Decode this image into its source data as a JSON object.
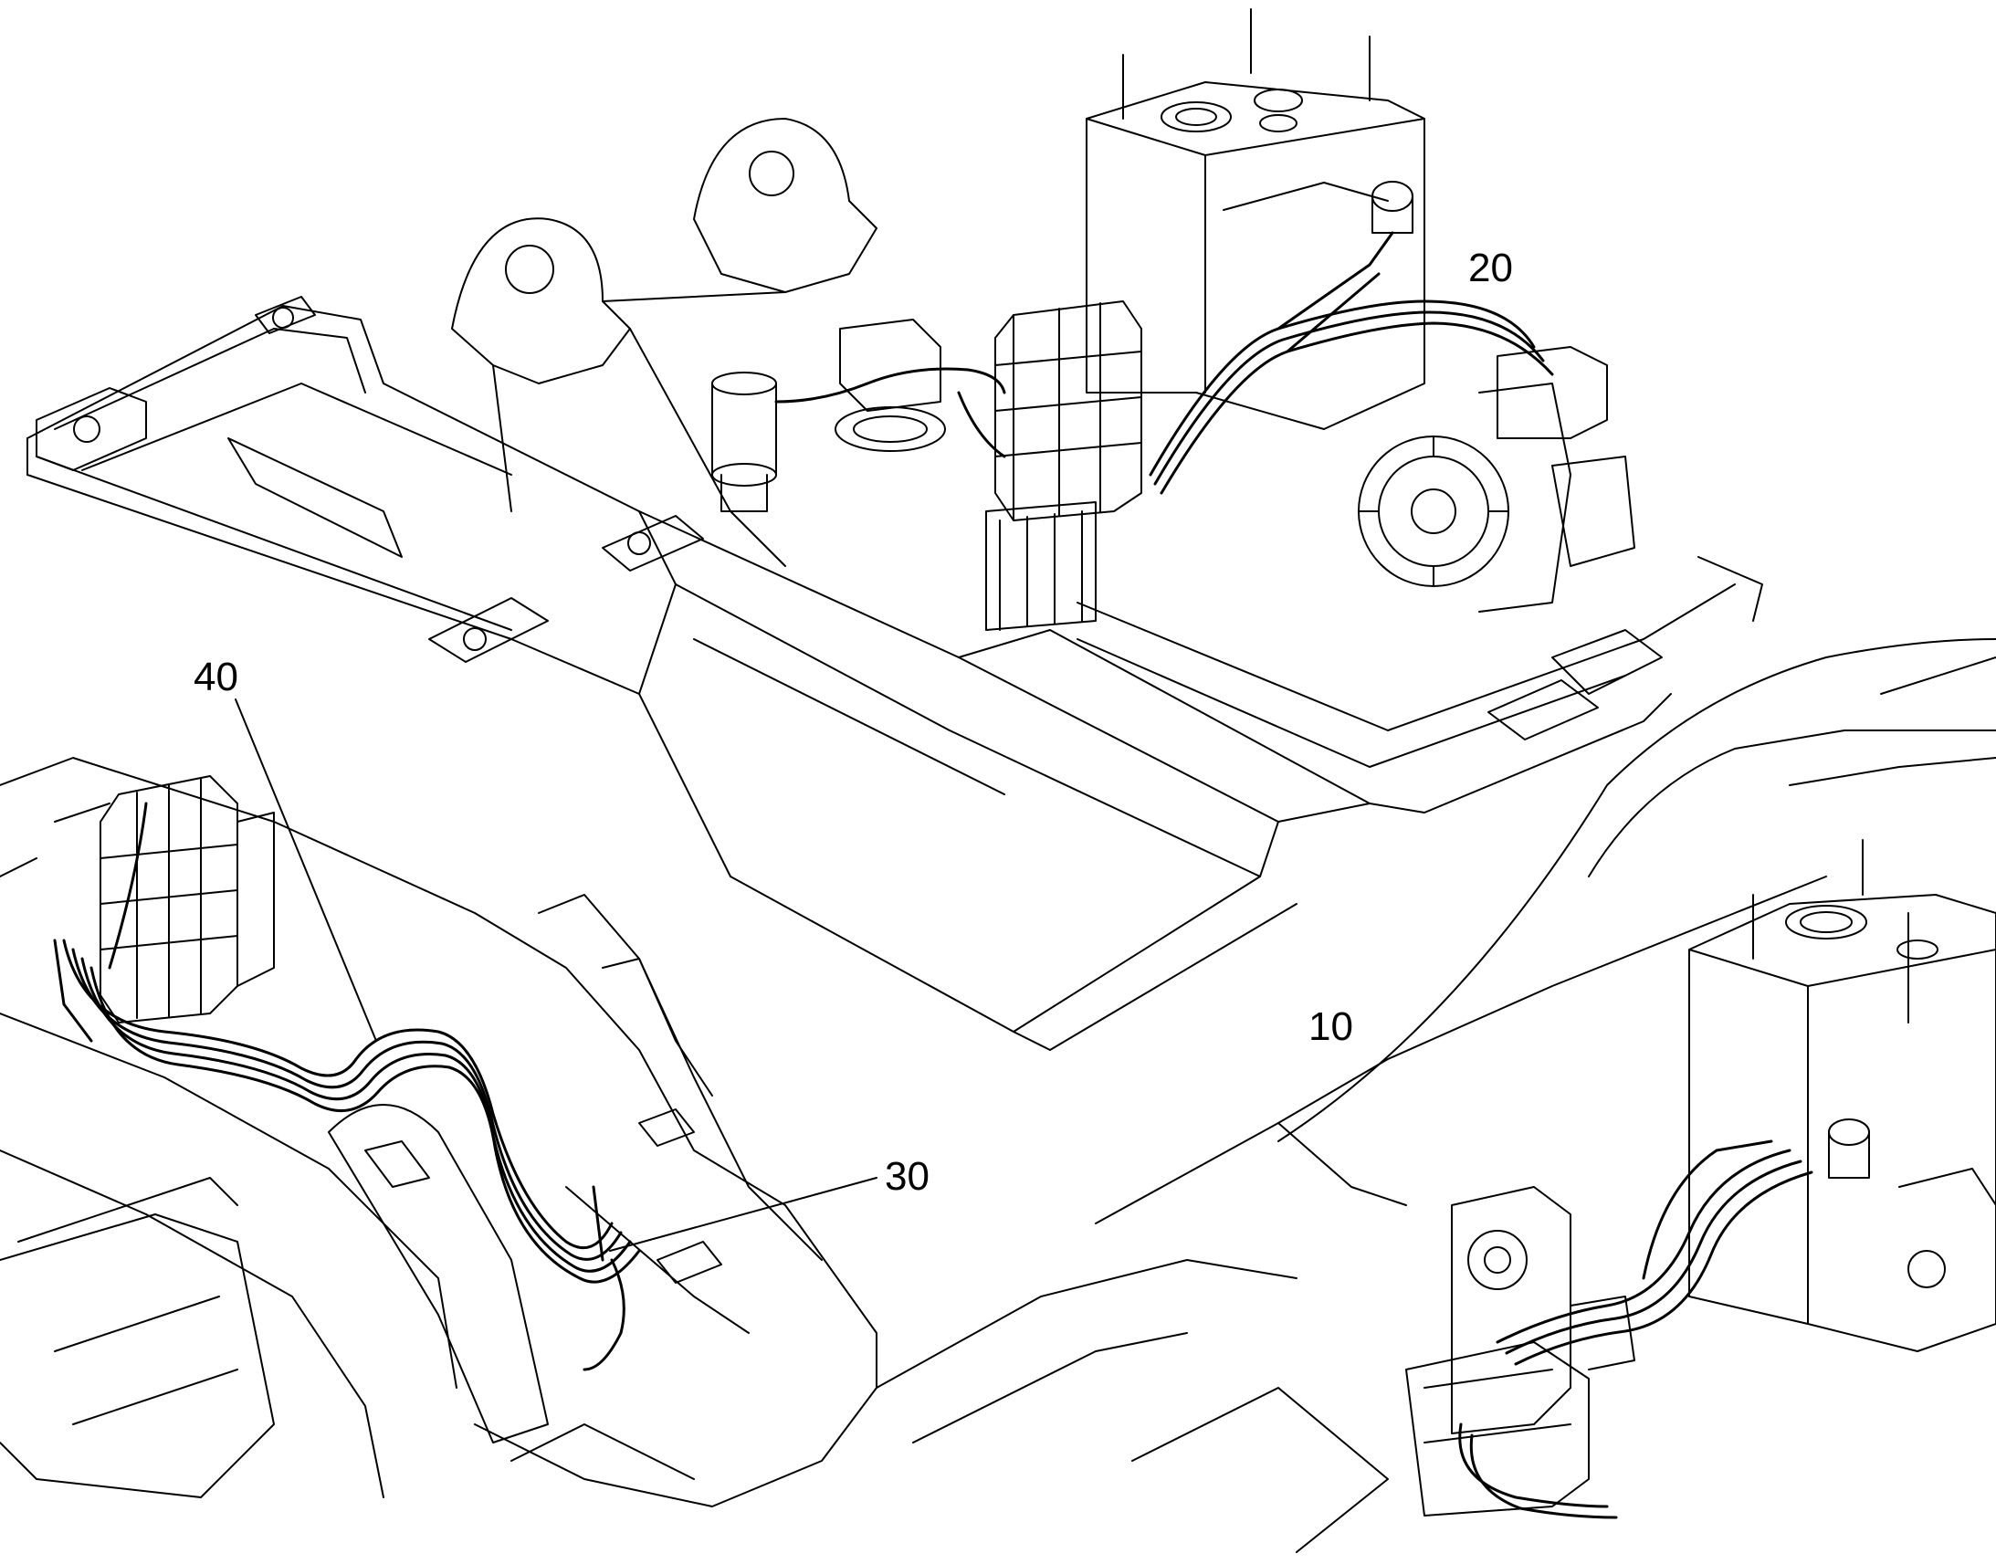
{
  "callouts": {
    "c10": "10",
    "c20": "20",
    "c30": "30",
    "c40": "40"
  },
  "colors": {
    "line": "#000000",
    "background": "#ffffff"
  }
}
